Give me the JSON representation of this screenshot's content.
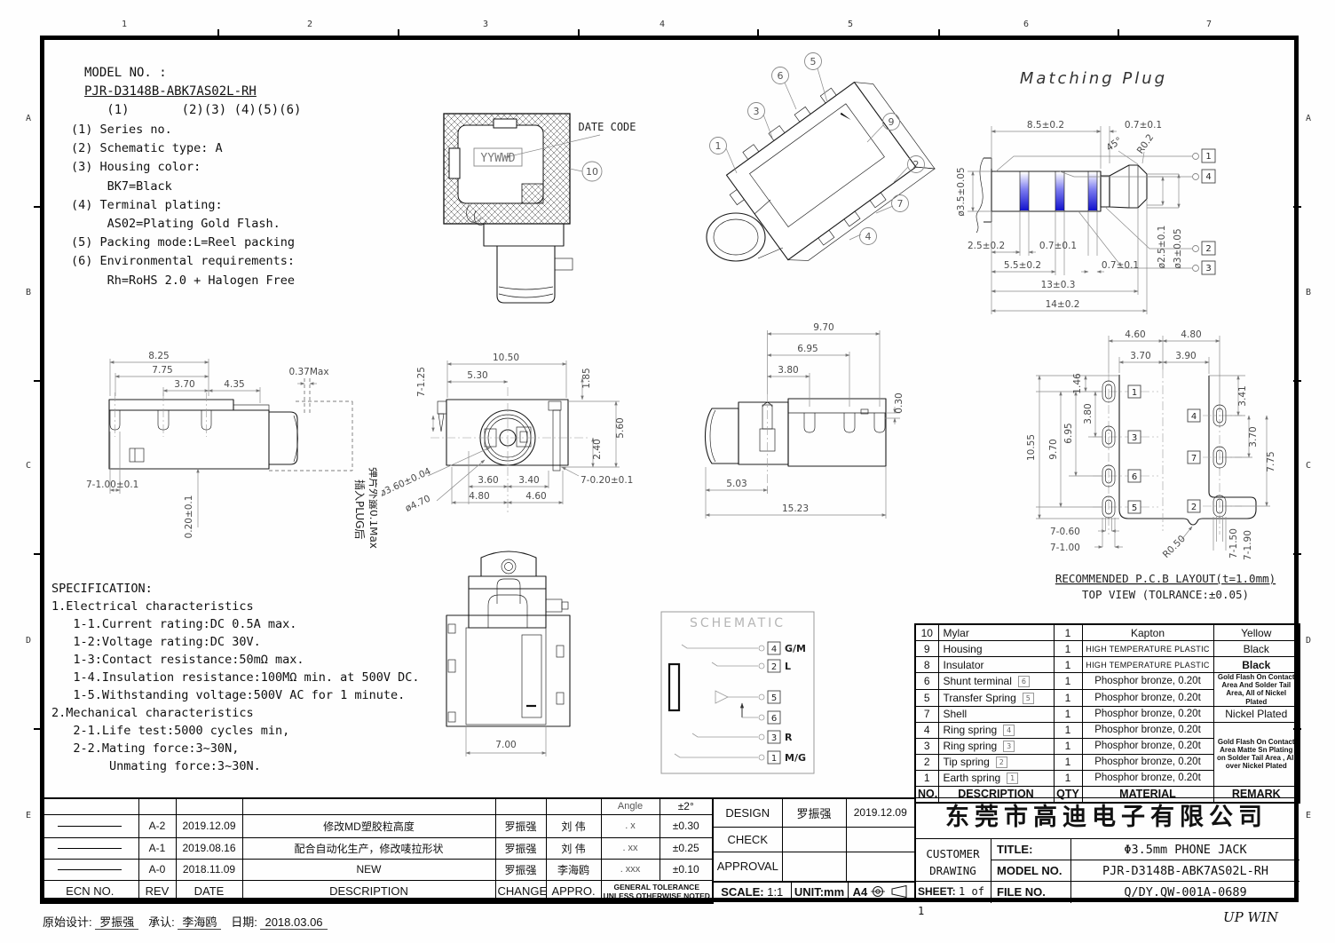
{
  "sheet": {
    "logo": "UP WIN",
    "ruler": [
      "1",
      "2",
      "3",
      "4",
      "5",
      "6",
      "7"
    ],
    "letters": [
      "A",
      "B",
      "C",
      "D",
      "E"
    ],
    "footer": {
      "l1": "原始设计:",
      "v1": "罗振强",
      "l2": "承认:",
      "v2": "李海鸥",
      "l3": "日期:",
      "v3": "2018.03.06"
    }
  },
  "model_block": {
    "title": "MODEL NO. :",
    "model": "PJR-D3148B-ABK7AS02L-RH",
    "digits": "   (1)       (2)(3) (4)(5)(6)",
    "notes": "(1) Series no.\n(2) Schematic type: A\n(3) Housing color:\n     BK7=Black\n(4) Terminal plating:\n     AS02=Plating Gold Flash.\n(5) Packing mode:L=Reel packing\n(6) Environmental requirements:\n     Rh=RoHS 2.0 + Halogen Free"
  },
  "specification": {
    "text": "SPECIFICATION:\n1.Electrical characteristics\n   1-1.Current rating:DC 0.5A max.\n   1-2:Voltage rating:DC 30V.\n   1-3:Contact resistance:50mΩ max.\n   1-4.Insulation resistance:100MΩ min. at 500V DC.\n   1-5.Withstanding voltage:500V AC for 1 minute.\n2.Mechanical characteristics\n   2-1.Life test:5000 cycles min,\n   2-2.Mating force:3~30N,\n        Unmating force:3~30N."
  },
  "section_view": {
    "date_code_label": "DATE CODE",
    "date_code": "YYWWD",
    "balloon": "10"
  },
  "iso": {
    "balloons": [
      "1",
      "2",
      "3",
      "4",
      "5",
      "6",
      "7",
      "9"
    ]
  },
  "plug": {
    "title": "Matching Plug",
    "d_top1": "8.5±0.2",
    "d_top2": "0.7±0.1",
    "d_dia": "ø3.5±0.05",
    "d_angle": "45°",
    "d_r": "R0.2",
    "d_b1": "2.5±0.2",
    "d_b2": "0.7±0.1",
    "d_b3": "5.5±0.2",
    "d_b4": "0.7±0.1",
    "d_b5": "13±0.3",
    "d_b6": "14±0.2",
    "d_v1": "ø2.5±0.1",
    "d_v2": "ø3±0.05",
    "balloons": [
      "1",
      "4",
      "2",
      "3"
    ]
  },
  "front": {
    "d1": "8.25",
    "d2": "7.75",
    "d3": "3.70",
    "d4": "4.35",
    "d5": "0.37Max",
    "d6": "7-1.00±0.1",
    "d7": "0.20±0.1",
    "note1": "插入PLUG后",
    "note2": "弹片外露0.1Max"
  },
  "face": {
    "d1": "10.50",
    "d2": "5.30",
    "d3": "7-1.25",
    "d4": "1.85",
    "d5": "5.60",
    "d6": "2.40",
    "d7": "ø3.60±0.04",
    "d8": "ø4.70",
    "d9": "3.60",
    "d10": "3.40",
    "d11": "4.80",
    "d12": "4.60",
    "d13": "7-0.20±0.1"
  },
  "side": {
    "d1": "9.70",
    "d2": "6.95",
    "d3": "3.80",
    "d4": "0.30",
    "d5": "5.03",
    "d6": "15.23"
  },
  "bottom": {
    "d1": "7.00"
  },
  "schem": {
    "title": "SCHEMATIC",
    "pins": [
      {
        "no": "4",
        "label": "G/M"
      },
      {
        "no": "2",
        "label": "L"
      },
      {
        "no": "5",
        "label": ""
      },
      {
        "no": "6",
        "label": ""
      },
      {
        "no": "3",
        "label": "R"
      },
      {
        "no": "1",
        "label": "M/G"
      }
    ]
  },
  "pcb": {
    "cap1": "RECOMMENDED P.C.B LAYOUT(t=1.0mm)",
    "cap2": "TOP VIEW (TOLRANCE:±0.05)",
    "lpads": [
      "1",
      "3",
      "6",
      "5"
    ],
    "rpads": [
      "4",
      "7",
      "2"
    ],
    "d_top1": "4.60",
    "d_top2": "4.80",
    "d_top3": "3.70",
    "d_top4": "3.90",
    "d_l1": "1.46",
    "d_l2": "3.80",
    "d_l3": "6.95",
    "d_l4": "9.70",
    "d_l5": "10.55",
    "d_r1": "3.41",
    "d_r2": "3.70",
    "d_r3": "7.75",
    "d_b1": "7-0.60",
    "d_b2": "7-1.00",
    "d_b3": "R0.50",
    "d_b4": "7-1.50",
    "d_b5": "7-1.90"
  },
  "bom": {
    "h": {
      "no": "NO.",
      "desc": "DESCRIPTION",
      "qty": "QTY",
      "mat": "MATERIAL",
      "rem": "REMARK"
    },
    "g1": "Gold Flash On Contact Area And Solder Tail Area, All of Nickel Plated",
    "g2": "Gold Flash  On Contact Area Matte Sn Plating on Solder Tail Area , All over Nickel Plated",
    "rows": [
      {
        "no": "10",
        "desc": "Mylar",
        "qty": "1",
        "mat": "Kapton",
        "rem": "Yellow"
      },
      {
        "no": "9",
        "desc": "Housing",
        "qty": "1",
        "mat": "HIGH TEMPERATURE PLASTIC",
        "rem": "Black"
      },
      {
        "no": "8",
        "desc": "Insulator",
        "qty": "1",
        "mat": "HIGH TEMPERATURE PLASTIC",
        "rem": "Black"
      },
      {
        "no": "6",
        "desc": "Shunt terminal",
        "tag": "6",
        "qty": "1",
        "mat": "Phosphor bronze, 0.20t"
      },
      {
        "no": "5",
        "desc": "Transfer Spring",
        "tag": "5",
        "qty": "1",
        "mat": "Phosphor bronze, 0.20t"
      },
      {
        "no": "7",
        "desc": "Shell",
        "qty": "1",
        "mat": "Phosphor bronze, 0.20t",
        "rem": "Nickel Plated"
      },
      {
        "no": "4",
        "desc": "Ring spring",
        "tag": "4",
        "qty": "1",
        "mat": "Phosphor bronze, 0.20t"
      },
      {
        "no": "3",
        "desc": "Ring spring",
        "tag": "3",
        "qty": "1",
        "mat": "Phosphor bronze, 0.20t"
      },
      {
        "no": "2",
        "desc": "Tip spring",
        "tag": "2",
        "qty": "1",
        "mat": "Phosphor bronze, 0.20t"
      },
      {
        "no": "1",
        "desc": "Earth spring",
        "tag": "1",
        "qty": "1",
        "mat": "Phosphor bronze, 0.20t"
      }
    ]
  },
  "rev": {
    "h": {
      "ecn": "ECN  NO.",
      "rev": "REV",
      "date": "DATE",
      "desc": "DESCRIPTION",
      "change": "CHANGE",
      "appro": "APPRO."
    },
    "rows": [
      {
        "rev": "A-2",
        "date": "2019.12.09",
        "desc": "修改MD塑胶粒高度",
        "change": "罗振强",
        "appro": "刘 伟"
      },
      {
        "rev": "A-1",
        "date": "2019.08.16",
        "desc": "配合自动化生产，修改唛拉形状",
        "change": "罗振强",
        "appro": "刘 伟"
      },
      {
        "rev": "A-0",
        "date": "2018.11.09",
        "desc": "NEW",
        "change": "罗振强",
        "appro": "李海鸥"
      }
    ]
  },
  "tol": {
    "rows": [
      {
        "name": "Angle",
        "val": "±2°"
      },
      {
        "name": ". x",
        "val": "±0.30"
      },
      {
        "name": ". xx",
        "val": "±0.25"
      },
      {
        "name": ". xxx",
        "val": "±0.10"
      }
    ],
    "note": "GENERAL TOLERANCE\nUNLESS OTHERWISE NOTED"
  },
  "sign": {
    "design": "DESIGN",
    "check": "CHECK",
    "approval": "APPROVAL",
    "design_name": "罗振强",
    "design_date": "2019.12.09",
    "scale_label": "SCALE:",
    "scale": "1:1",
    "unit": "UNIT:mm",
    "paper": "A4"
  },
  "tb": {
    "company": "东莞市高迪电子有限公司",
    "customer": "CUSTOMER\nDRAWING",
    "sheet_label": "SHEET:",
    "sheet": "1 of 1",
    "title_label": "TITLE:",
    "title": "Φ3.5mm PHONE JACK",
    "model_label": "MODEL NO.",
    "model": "PJR-D3148B-ABK7AS02L-RH",
    "file_label": "FILE NO.",
    "file": "Q/DY.QW-001A-0689"
  }
}
